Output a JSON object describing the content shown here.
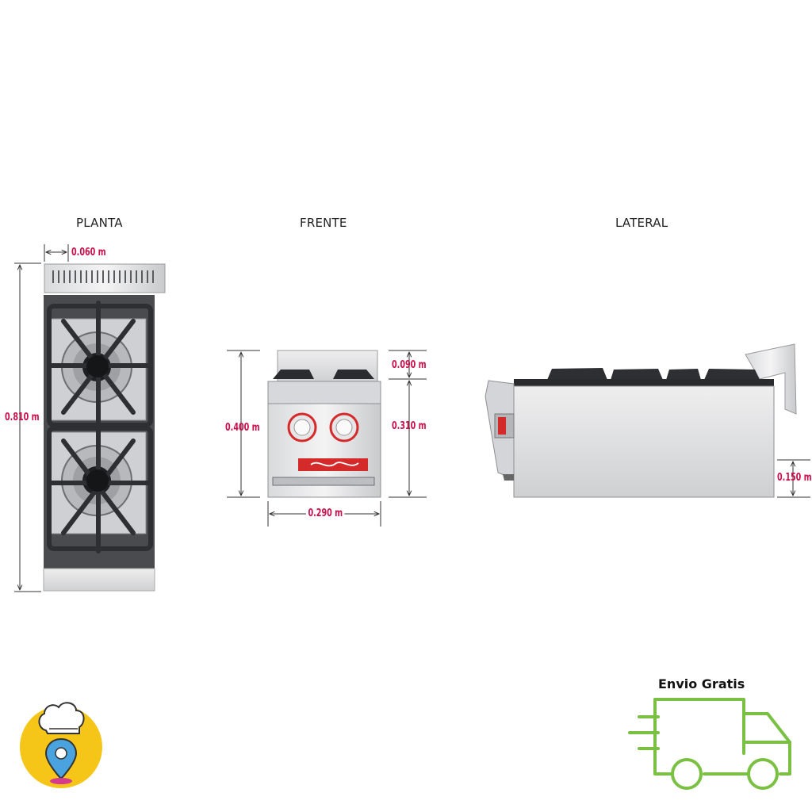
{
  "views": {
    "plan": "PLANTA",
    "front": "FRENTE",
    "side": "LATERAL"
  },
  "dimensions": {
    "plan_backsplash": "0.060 m",
    "plan_depth": "0.810 m",
    "front_burner": "0.090 m",
    "front_height": "0.400 m",
    "front_body": "0.310 m",
    "front_width": "0.290 m",
    "side_legs": "0.150 m"
  },
  "promo": {
    "shipping": "Envio Gratis"
  },
  "colors": {
    "dimension_text": "#c8104b",
    "truck": "#7ac143",
    "badge_bg": "#f5c518",
    "brand_plate": "#d42a2a"
  },
  "icons": {
    "shipping": "delivery-truck-icon",
    "logo": "chef-location-pin-icon"
  }
}
